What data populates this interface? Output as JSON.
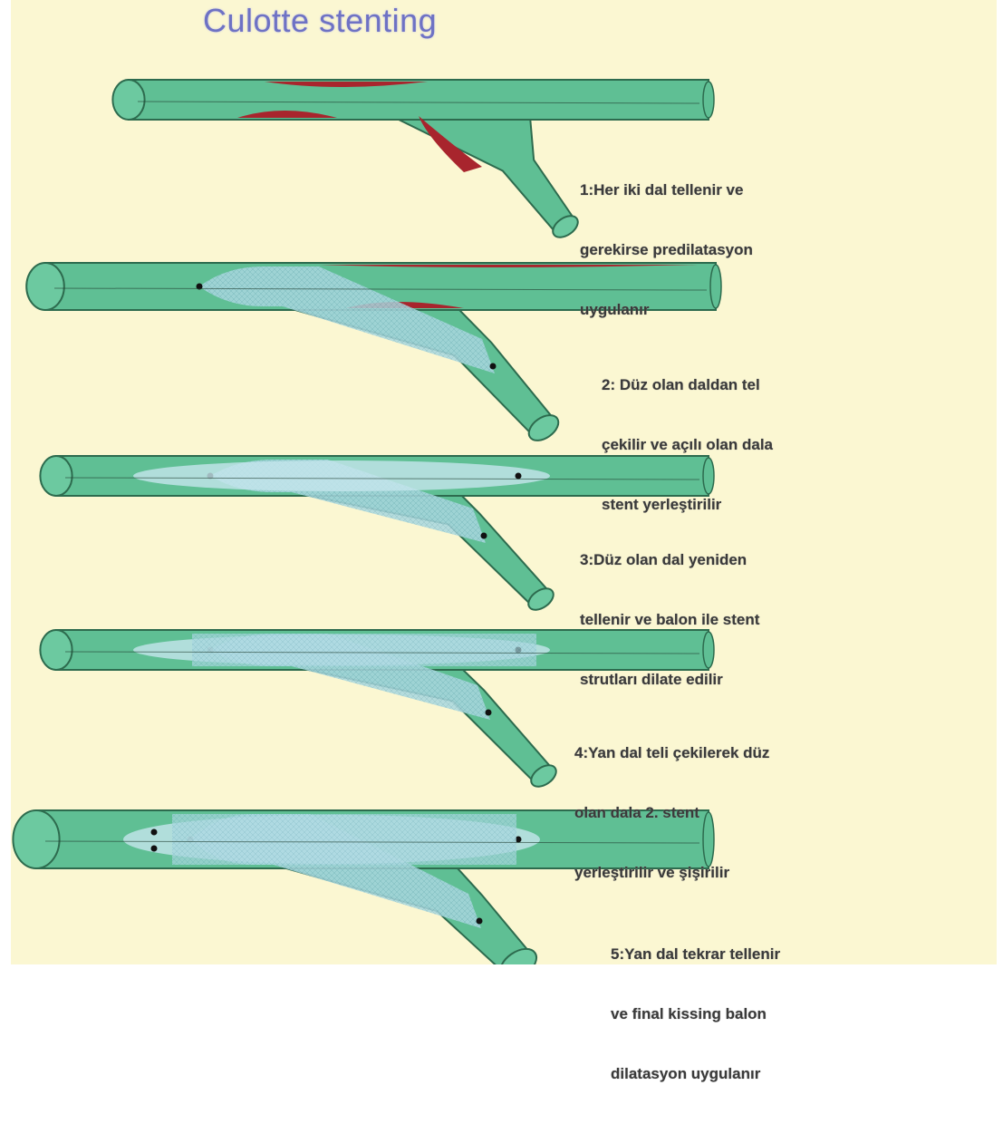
{
  "title": "Culotte stenting",
  "colors": {
    "background": "#fbf7d2",
    "vessel": "#5fbf94",
    "vessel_outline": "#2d6b4e",
    "plaque": "#a8252d",
    "stent": "#a9d7df",
    "balloon": "#c6e6ec",
    "title": "#6e72c4"
  },
  "steps": [
    {
      "lines": [
        "1:Her iki dal tellenir ve",
        "gerekirse predilatasyon",
        "uygulanır"
      ]
    },
    {
      "lines": [
        "2: Düz olan daldan tel",
        "çekilir ve açılı olan dala",
        "stent yerleştirilir"
      ]
    },
    {
      "lines": [
        "3:Düz olan dal yeniden",
        "tellenir ve balon ile stent",
        "strutları dilate edilir"
      ]
    },
    {
      "lines": [
        "4:Yan dal teli çekilerek düz",
        "olan dala 2. stent",
        "yerleştirilir ve şişirilir"
      ]
    },
    {
      "lines": [
        "5:Yan dal tekrar tellenir",
        "ve final kissing balon",
        "dilatasyon uygulanır"
      ]
    }
  ]
}
